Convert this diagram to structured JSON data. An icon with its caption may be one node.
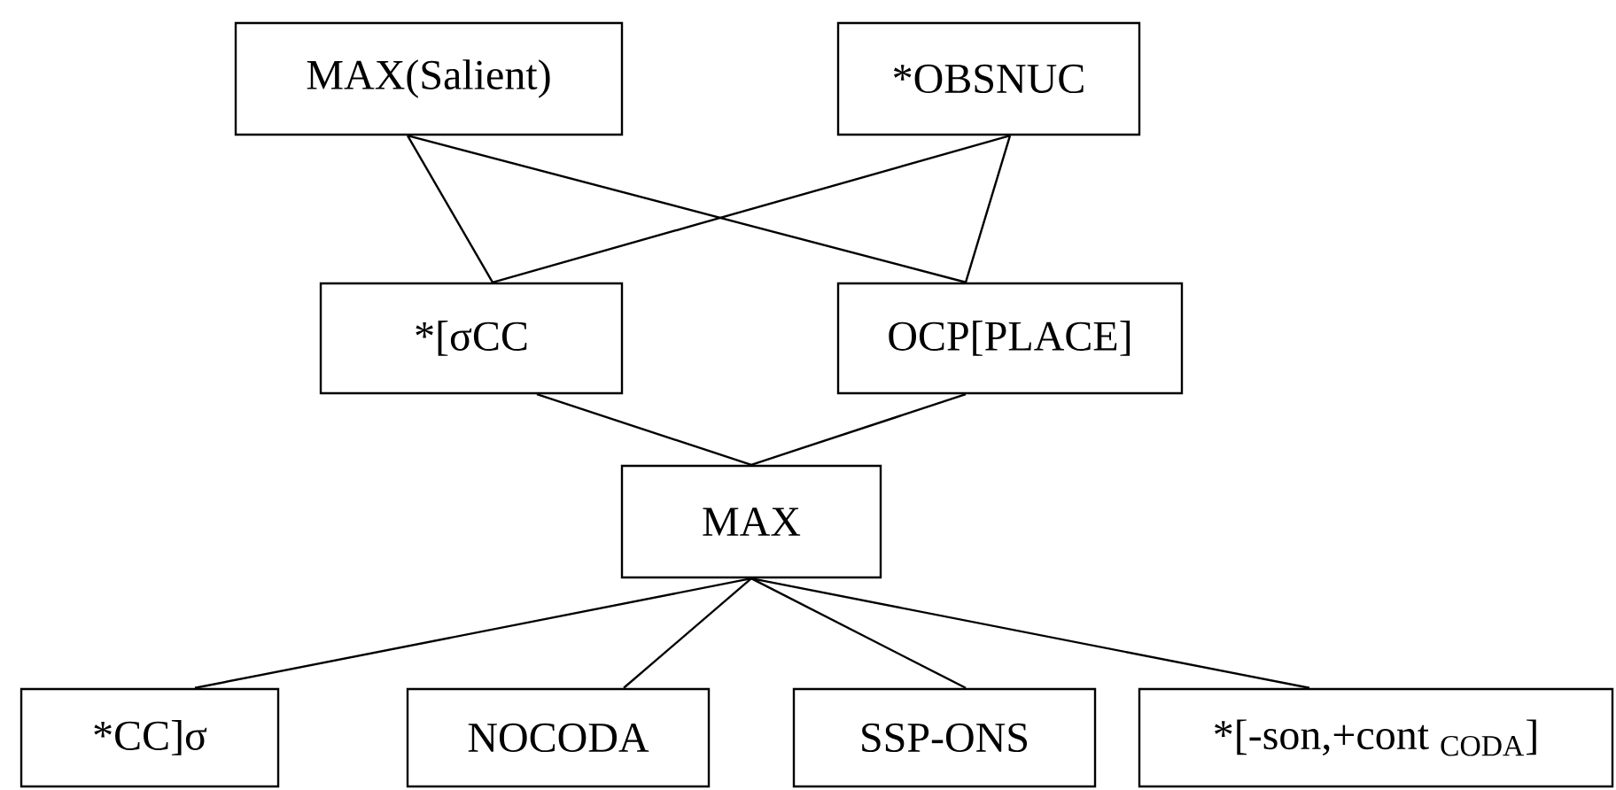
{
  "diagram": {
    "nodes": [
      {
        "text": [
          "MAX(Salient)"
        ]
      },
      {
        "text": [
          "*OBSNUC"
        ]
      },
      {
        "text": [
          "*[σCC"
        ]
      },
      {
        "text": [
          "OCP[PLACE]"
        ]
      },
      {
        "text": [
          "MAX"
        ]
      },
      {
        "text": [
          "*CC]σ"
        ]
      },
      {
        "text": [
          "NOCODA"
        ]
      },
      {
        "text": [
          "SSP-ONS"
        ]
      },
      {
        "text": [
          "*[-son,+cont $_{CODA}$]"
        ]
      }
    ],
    "edges": [
      {
        "from": 0,
        "to": 2,
        "arrow": "none"
      },
      {
        "from": 0,
        "to": 3,
        "arrow": "none"
      },
      {
        "from": 1,
        "to": 2,
        "arrow": "none"
      },
      {
        "from": 1,
        "to": 3,
        "arrow": "none"
      },
      {
        "from": 2,
        "to": 4,
        "arrow": "none"
      },
      {
        "from": 3,
        "to": 4,
        "arrow": "none"
      },
      {
        "from": 4,
        "to": 5,
        "arrow": "none"
      },
      {
        "from": 4,
        "to": 6,
        "arrow": "none"
      },
      {
        "from": 4,
        "to": 7,
        "arrow": "none"
      },
      {
        "from": 4,
        "to": 8,
        "arrow": "none"
      }
    ]
  }
}
